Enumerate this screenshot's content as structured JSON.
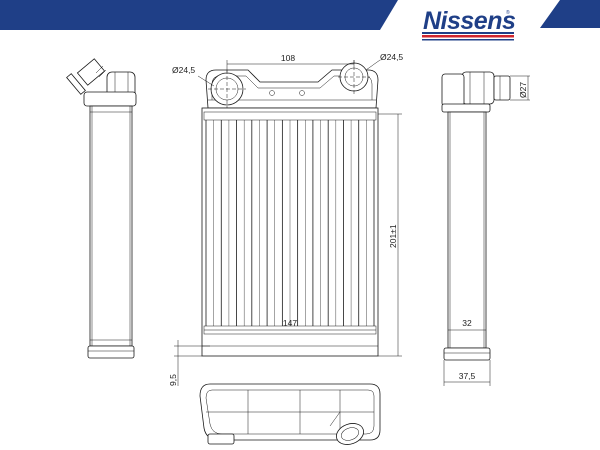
{
  "brand": {
    "name": "Nissens",
    "colors": {
      "navy": "#1f3f87",
      "red": "#d0262e"
    }
  },
  "dimensions": {
    "top_pipe_spacing": "108",
    "pipe_diameter_left": "Ø24,5",
    "pipe_diameter_right": "Ø24,5",
    "core_height": "201±1",
    "core_width": "147",
    "tank_offset": "9,5",
    "side_pipe_diameter": "Ø27",
    "core_depth": "32",
    "total_depth": "37,5"
  }
}
